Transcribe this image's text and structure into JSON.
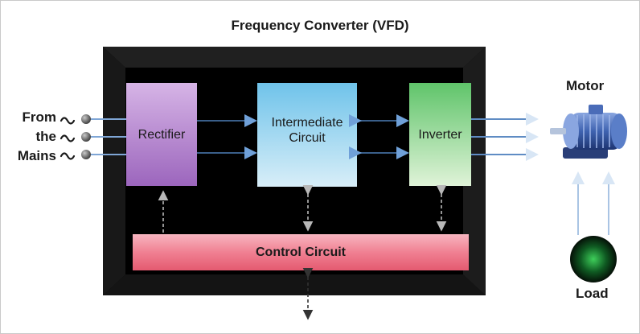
{
  "diagram": {
    "title": "Frequency Converter (VFD)",
    "blocks": {
      "rectifier": "Rectifier",
      "intermediate": "Intermediate\nCircuit",
      "inverter": "Inverter",
      "control": "Control Circuit"
    },
    "input_label": [
      "From",
      "the",
      "Mains"
    ],
    "motor_label": "Motor",
    "load_label": "Load",
    "colors": {
      "housing": "#0a0a0a",
      "rectifier": "#b98ad0",
      "intermediate": "#a9d8f0",
      "inverter": "#8fd88f",
      "control": "#f08092",
      "signal_arrow": "#3a5f8a",
      "motor_body": "#3f63b0",
      "load_knob": "#1f8a3a"
    }
  }
}
